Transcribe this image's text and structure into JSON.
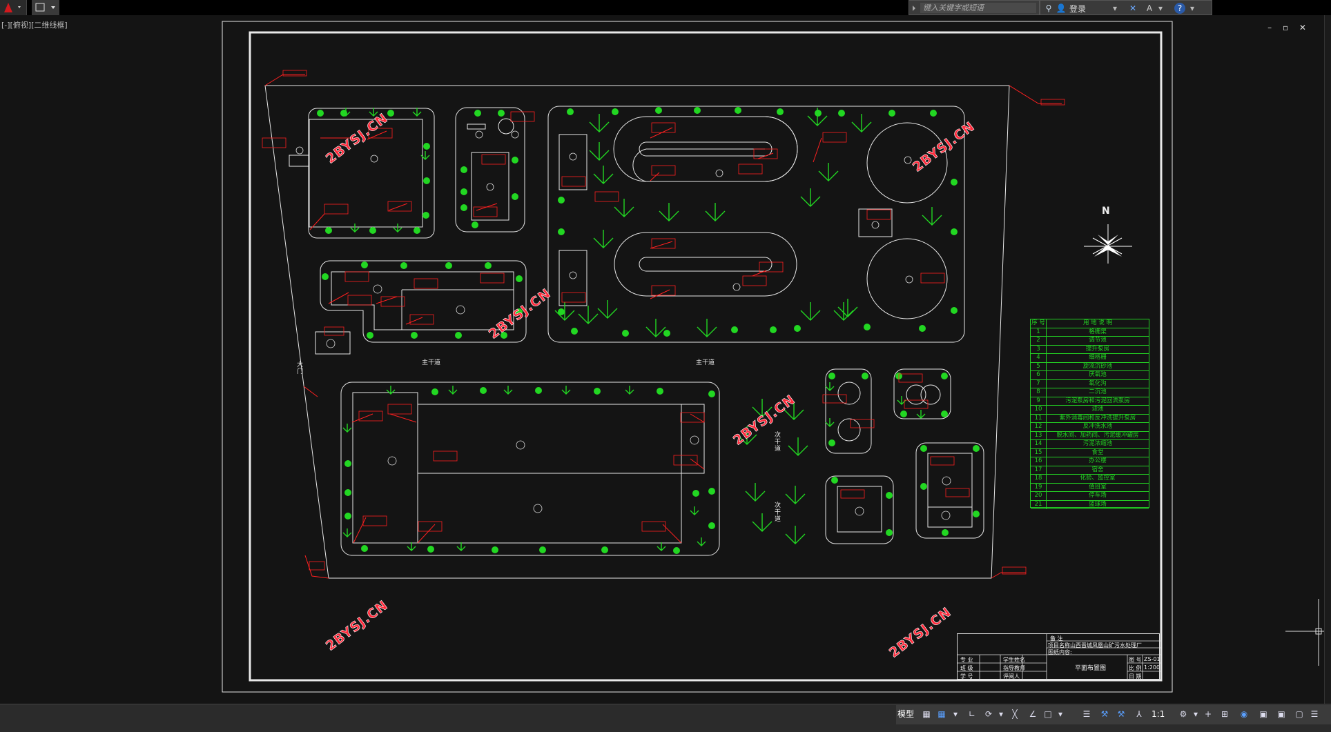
{
  "toolbar": {
    "search_placeholder": "键入关键字或短语",
    "login_label": "登录",
    "help_label": "?"
  },
  "viewport_label": "[-][俯视][二维线框]",
  "window_controls": "– ▫ ✕",
  "statusbar": {
    "model_label": "模型",
    "scale_label": "1:1"
  },
  "drawing": {
    "compass_label": "N",
    "labels": {
      "gate": "大门",
      "road_1": "主干道",
      "road_2": "主干道",
      "road_v1": "次干道",
      "road_v2": "次干道"
    },
    "watermarks": [
      "2BYSJ.CN",
      "2BYSJ.CN",
      "2BYSJ.CN",
      "2BYSJ.CN",
      "2BYSJ.CN",
      "2BYSJ.CN"
    ]
  },
  "legend": {
    "header_no": "序 号",
    "header_name": "用 地 说 明",
    "rows": [
      {
        "no": "1",
        "name": "格栅渠"
      },
      {
        "no": "2",
        "name": "调节池"
      },
      {
        "no": "3",
        "name": "提升泵房"
      },
      {
        "no": "4",
        "name": "细格栅"
      },
      {
        "no": "5",
        "name": "旋流沉砂池"
      },
      {
        "no": "6",
        "name": "厌氧池"
      },
      {
        "no": "7",
        "name": "氧化沟"
      },
      {
        "no": "8",
        "name": "二沉池"
      },
      {
        "no": "9",
        "name": "污泥泵房和污泥回流泵房"
      },
      {
        "no": "10",
        "name": "滤池"
      },
      {
        "no": "11",
        "name": "紫外消毒间和反冲洗提升泵房"
      },
      {
        "no": "12",
        "name": "反冲洗水池"
      },
      {
        "no": "13",
        "name": "脱水间、加药间、污泥缓冲罐房"
      },
      {
        "no": "14",
        "name": "污泥浓缩池"
      },
      {
        "no": "15",
        "name": "食堂"
      },
      {
        "no": "16",
        "name": "办公楼"
      },
      {
        "no": "17",
        "name": "宿舍"
      },
      {
        "no": "18",
        "name": "化验、监控室"
      },
      {
        "no": "19",
        "name": "值班室"
      },
      {
        "no": "20",
        "name": "停车场"
      },
      {
        "no": "21",
        "name": "篮球场"
      }
    ]
  },
  "titleblock": {
    "r1": "备 注",
    "project_label": "项目名称",
    "project_name": "山西晋城凤凰山矿污水处理厂",
    "content_label": "图纸内容:",
    "content_value": "平面布置图",
    "major": "专 业",
    "class": "班 级",
    "student_no": "学 号",
    "student_name": "学生姓名",
    "advisor": "指导教师",
    "reviewer": "评阅人",
    "drawing_no_label": "图 号",
    "drawing_no": "ZS-01",
    "scale_label": "比 例",
    "scale": "1:200",
    "date_label": "日 期"
  }
}
